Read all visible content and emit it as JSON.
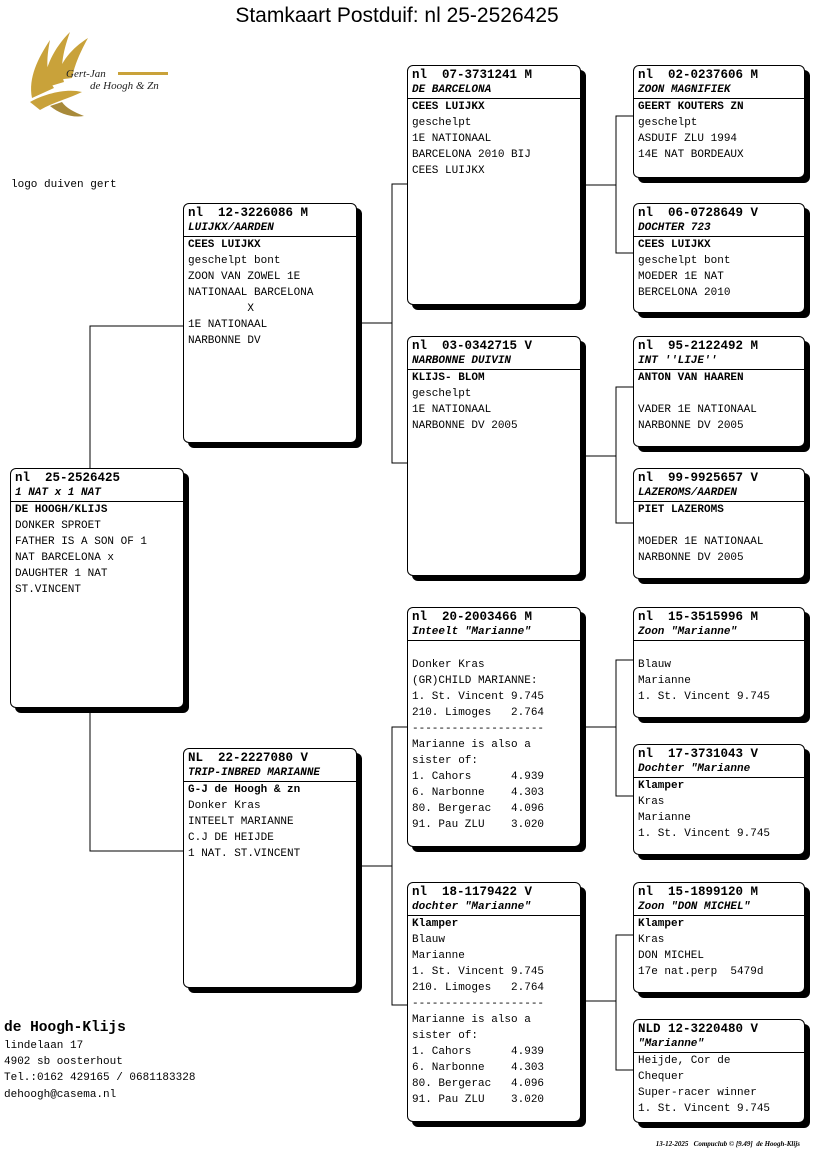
{
  "title": "Stamkaart Postduif: nl  25-2526425",
  "logo": {
    "line1": "Gert-Jan",
    "line2": "de Hoogh & Zn",
    "caption": "logo duiven gert",
    "color": "#c9a23a"
  },
  "cards": [
    {
      "ring": "nl  25-2526425",
      "name": "1 NAT x 1 NAT",
      "lines": [
        "DE HOOGH/KLIJS",
        "DONKER SPROET",
        "FATHER IS A SON OF 1",
        "NAT BARCELONA x",
        "DAUGHTER 1 NAT",
        "ST.VINCENT"
      ]
    },
    {
      "ring": "nl  12-3226086 M",
      "name": "LUIJKX/AARDEN",
      "lines": [
        "CEES LUIJKX",
        "geschelpt bont",
        "ZOON VAN ZOWEL 1E",
        "NATIONAAL BARCELONA",
        "         X",
        "1E NATIONAAL",
        "NARBONNE DV"
      ]
    },
    {
      "ring": "NL  22-2227080 V",
      "name": "TRIP-INBRED MARIANNE",
      "lines": [
        "G-J de Hoogh & zn",
        "Donker Kras",
        "INTEELT MARIANNE",
        "C.J DE HEIJDE",
        "1 NAT. ST.VINCENT"
      ]
    },
    {
      "ring": "nl  07-3731241 M",
      "name": "DE BARCELONA",
      "lines": [
        "CEES LUIJKX",
        "geschelpt",
        "1E NATIONAAL",
        "BARCELONA 2010 BIJ",
        "CEES LUIJKX"
      ]
    },
    {
      "ring": "nl  03-0342715 V",
      "name": "NARBONNE DUIVIN",
      "lines": [
        "KLIJS- BLOM",
        "geschelpt",
        "1E NATIONAAL",
        "NARBONNE DV 2005"
      ]
    },
    {
      "ring": "nl  20-2003466 M",
      "name": "Inteelt \"Marianne\"",
      "lines": [
        "",
        "Donker Kras",
        "(GR)CHILD MARIANNE:",
        "1. St. Vincent 9.745",
        "210. Limoges   2.764",
        "--------------------",
        "Marianne is also a",
        "sister of:",
        "1. Cahors      4.939",
        "6. Narbonne    4.303",
        "80. Bergerac   4.096",
        "91. Pau ZLU    3.020"
      ]
    },
    {
      "ring": "nl  18-1179422 V",
      "name": "dochter \"Marianne\"",
      "lines": [
        "Klamper",
        "Blauw",
        "Marianne",
        "1. St. Vincent 9.745",
        "210. Limoges   2.764",
        "--------------------",
        "Marianne is also a",
        "sister of:",
        "1. Cahors      4.939",
        "6. Narbonne    4.303",
        "80. Bergerac   4.096",
        "91. Pau ZLU    3.020"
      ]
    },
    {
      "ring": "nl  02-0237606 M",
      "name": "ZOON MAGNIFIEK",
      "lines": [
        "GEERT KOUTERS ZN",
        "geschelpt",
        "ASDUIF ZLU 1994",
        "14E NAT BORDEAUX"
      ]
    },
    {
      "ring": "nl  06-0728649 V",
      "name": "DOCHTER 723",
      "lines": [
        "CEES LUIJKX",
        "geschelpt bont",
        "MOEDER 1E NAT",
        "BERCELONA 2010"
      ]
    },
    {
      "ring": "nl  95-2122492 M",
      "name": "INT ''LIJE''",
      "lines": [
        "ANTON VAN HAAREN",
        "",
        "VADER 1E NATIONAAL",
        "NARBONNE DV 2005"
      ]
    },
    {
      "ring": "nl  99-9925657 V",
      "name": "LAZEROMS/AARDEN",
      "lines": [
        "PIET LAZEROMS",
        "",
        "MOEDER 1E NATIONAAL",
        "NARBONNE DV 2005"
      ]
    },
    {
      "ring": "nl  15-3515996 M",
      "name": "Zoon \"Marianne\"",
      "lines": [
        "",
        "Blauw",
        "Marianne",
        "1. St. Vincent 9.745"
      ]
    },
    {
      "ring": "nl  17-3731043 V",
      "name": "Dochter \"Marianne",
      "lines": [
        "Klamper",
        "Kras",
        "Marianne",
        "1. St. Vincent 9.745"
      ]
    },
    {
      "ring": "nl  15-1899120 M",
      "name": "Zoon \"DON MICHEL\"",
      "lines": [
        "Klamper",
        "Kras",
        "DON MICHEL",
        "17e nat.perp  5479d"
      ]
    },
    {
      "ring": "NLD 12-3220480 V",
      "name": "\"Marianne\"",
      "lines": [
        "Heijde, Cor de",
        "Chequer",
        "Super-racer winner",
        "1. St. Vincent 9.745"
      ]
    }
  ],
  "owner": {
    "name": "de Hoogh-Klijs",
    "address": "lindelaan 17",
    "city": "4902 sb  oosterhout",
    "phone": "Tel.:0162 429165 / 0681183328",
    "email": "dehoogh@casema.nl"
  },
  "footer": "13-12-2025   Compuclub © [9.49]  de Hoogh-Klijs"
}
